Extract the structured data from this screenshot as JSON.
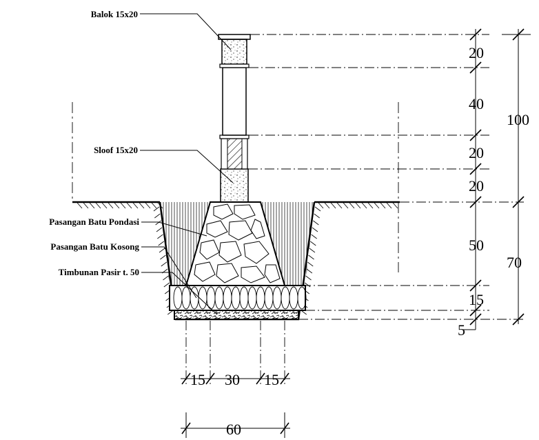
{
  "labels": {
    "balok": "Balok 15x20",
    "sloof": "Sloof 15x20",
    "pasangan_batu_pondasi": "Pasangan Batu Pondasi",
    "pasangan_batu_kosong": "Pasangan Batu Kosong",
    "timbunan_pasir": "Timbunan Pasir t. 50"
  },
  "dimensions": {
    "vertical": [
      "20",
      "40",
      "20",
      "20",
      "50",
      "15",
      "5"
    ],
    "vertical_totals": [
      "100",
      "70"
    ],
    "horizontal": [
      "15",
      "30",
      "15"
    ],
    "horizontal_total": "60"
  }
}
